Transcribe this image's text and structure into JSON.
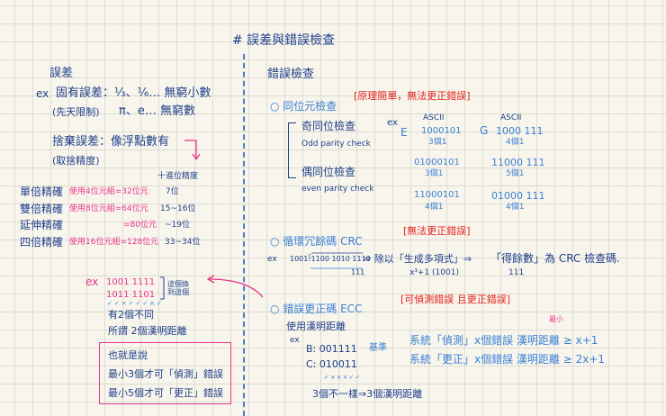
{
  "title": "# 誤差與錯誤檢查",
  "left": {
    "heading": "誤差",
    "ex": "ex",
    "inherent": "固有誤差：⅓、⅙… 無窮小數",
    "inherent_note": "(先天限制)",
    "inherent_ex2": "π、e… 無窮數",
    "rounding": "捨棄誤差：像浮點數有",
    "rounding_note": "(取捨精度)",
    "precision_header": "十進位精度",
    "precision_rows": [
      {
        "name": "單倍精確",
        "bits": "使用4位元組=32位元",
        "digits": "7位"
      },
      {
        "name": "雙倍精確",
        "bits": "使用8位元組=64位元",
        "digits": "15~16位"
      },
      {
        "name": "延伸精確",
        "bits": "=80位元",
        "digits": "~19位"
      },
      {
        "name": "四倍精確",
        "bits": "使用16位元組=128位元",
        "digits": "33~34位"
      }
    ],
    "hamming_ex": {
      "ex": "ex",
      "a": "1001 1111",
      "b": "1011 1101",
      "swap_note": "這個換到這個",
      "marks": "✓✓×✓✓✓×✓",
      "diff": "有2個不同",
      "distance": "所謂 2個漢明距離"
    },
    "summary_box": [
      "也就是說",
      "最小3個才可「偵測」錯誤",
      "最小5個才可「更正」錯誤"
    ]
  },
  "right": {
    "heading": "錯誤檢查",
    "parity": {
      "title": "○ 同位元檢查",
      "note": "[原理簡單，無法更正錯誤]",
      "odd": "奇同位檢查",
      "odd_en": "Odd parity check",
      "even": "偶同位檢查",
      "even_en": "even parity check",
      "ex": "ex",
      "e_label": "E",
      "g_label": "G",
      "ascii": "ASCII",
      "e_rows": [
        [
          "1000101",
          "3個1"
        ],
        [
          "01000101",
          "3個1"
        ],
        [
          "11000101",
          "4個1"
        ]
      ],
      "g_rows": [
        [
          "1000 111",
          "4個1"
        ],
        [
          "11000 111",
          "5個1"
        ],
        [
          "01000 111",
          "4個1"
        ]
      ]
    },
    "crc": {
      "title": "○ 循環冗餘碼 CRC",
      "note": "[無法更正錯誤]",
      "ex": "ex",
      "division": "1001⟌1100 1010 1110",
      "remainder": "111",
      "step": "⇒ 除以「生成多項式」⇒",
      "poly": "x³+1 (1001)",
      "result": "「得餘數」為 CRC 檢查碼.",
      "result_value": "111"
    },
    "ecc": {
      "title": "○ 錯誤更正碼 ECC",
      "note": "[可偵測錯誤 且更正錯誤]",
      "use": "使用漢明距離",
      "ex": "ex",
      "b": "B: 001111",
      "b_note": "基準",
      "c": "C: 010011",
      "marks": "✓×××✓✓",
      "conclusion": "3個不一樣⇒3個漢明距離",
      "min_note": "最小",
      "detect": "系統「偵測」x個錯誤   漢明距離 ≥ x+1",
      "correct": "系統「更正」x個錯誤   漢明距離 ≥ 2x+1"
    }
  },
  "colors": {
    "dark_blue": "#1e3f8c",
    "light_blue": "#3b7fd6",
    "pink": "#e8338a",
    "red": "#e3231f",
    "paper": "#f8f6ec"
  }
}
